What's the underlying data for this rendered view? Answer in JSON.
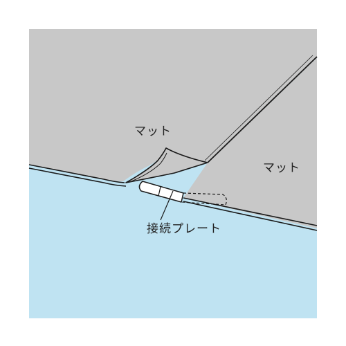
{
  "labels": {
    "mat_left": "マット",
    "mat_right": "マット",
    "connector": "接続プレート"
  },
  "colors": {
    "background": "#ffffff",
    "floor": "#bfe3f2",
    "mat": "#c8c8c8",
    "outline": "#1a1a1a",
    "plate": "#ffffff"
  }
}
